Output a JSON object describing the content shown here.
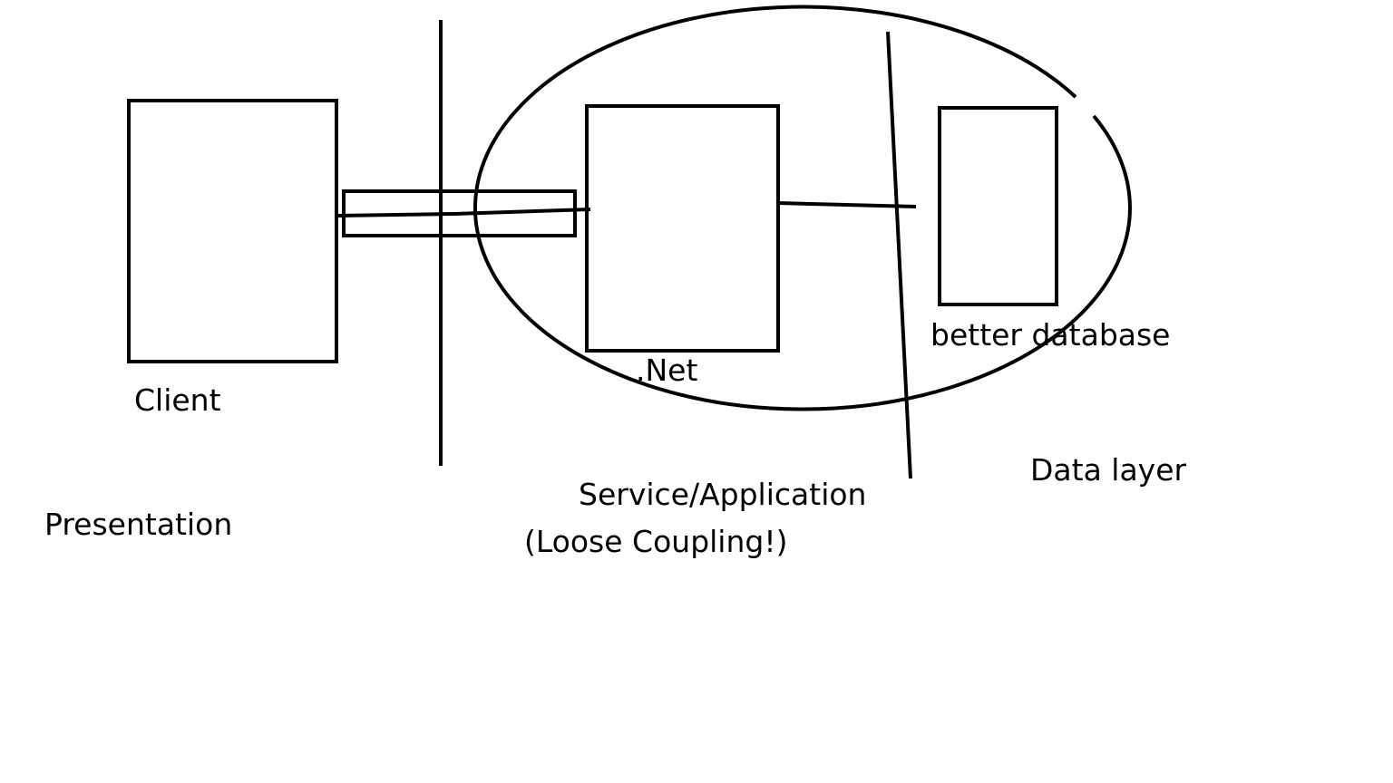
{
  "labels": {
    "client": "Client",
    "dotnet": ".Net",
    "better_database": "better database",
    "data_layer": "Data layer",
    "service_application": "Service/Application",
    "loose_coupling": "(Loose Coupling!)",
    "presentation": "Presentation"
  },
  "colors": {
    "ink": "#000000",
    "background": "#ffffff"
  }
}
